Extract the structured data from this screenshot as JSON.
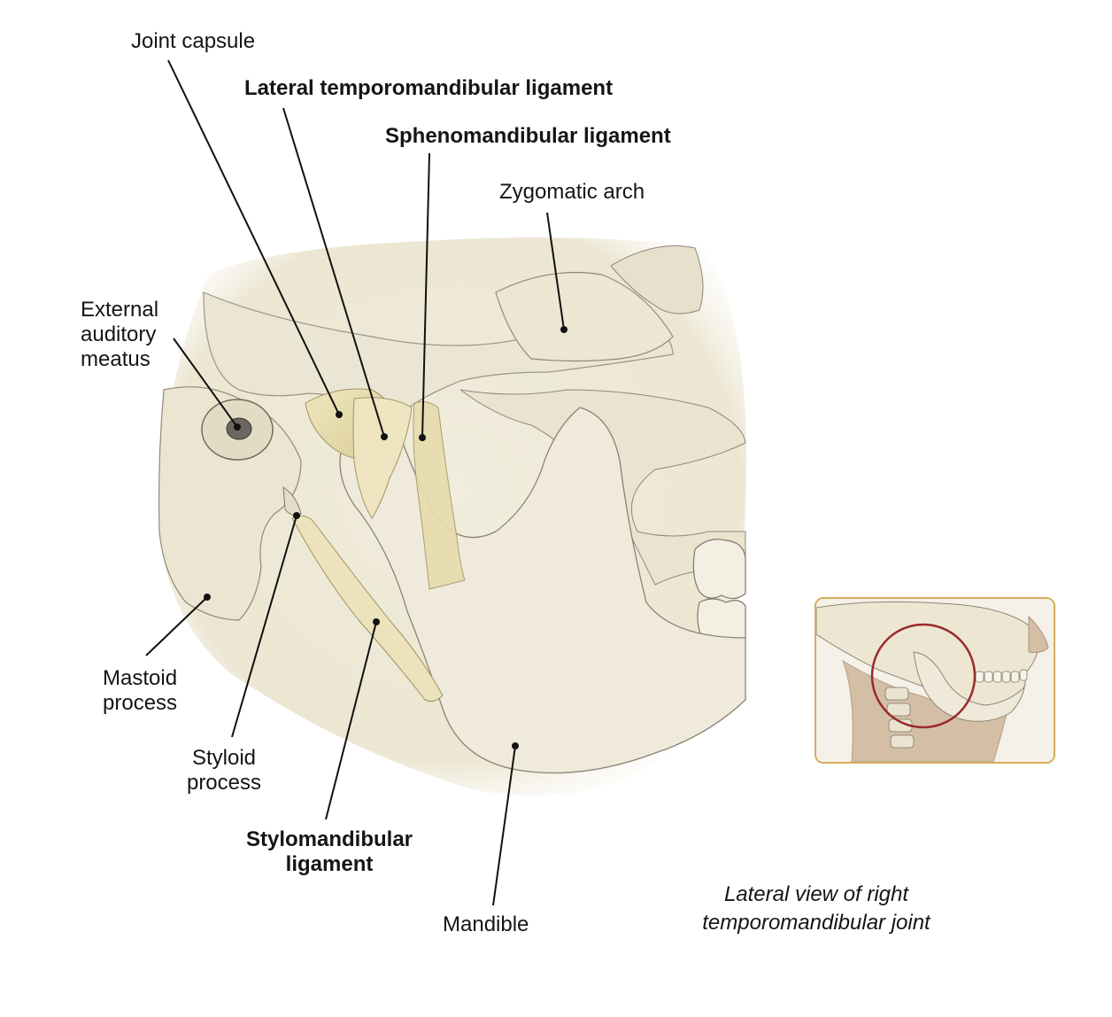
{
  "labels": {
    "joint_capsule": "Joint capsule",
    "lateral_tm_ligament": "Lateral temporomandibular ligament",
    "sphenomandibular_ligament": "Sphenomandibular ligament",
    "zygomatic_arch": "Zygomatic arch",
    "external_auditory_meatus": [
      "External",
      "auditory",
      "meatus"
    ],
    "mastoid_process": [
      "Mastoid",
      "process"
    ],
    "styloid_process": [
      "Styloid",
      "process"
    ],
    "stylomandibular_ligament": [
      "Stylomandibular",
      "ligament"
    ],
    "mandible": "Mandible"
  },
  "caption": [
    "Lateral view of right",
    "temporomandibular joint"
  ],
  "colors": {
    "bone": "#f0ecdc",
    "bone_shadow": "#d9d2bc",
    "ligament": "#e9dfb4",
    "leader": "#111111",
    "inset_border": "#d6ad5a",
    "inset_circle": "#9b2a2a",
    "skin": "#d4bfa6"
  }
}
